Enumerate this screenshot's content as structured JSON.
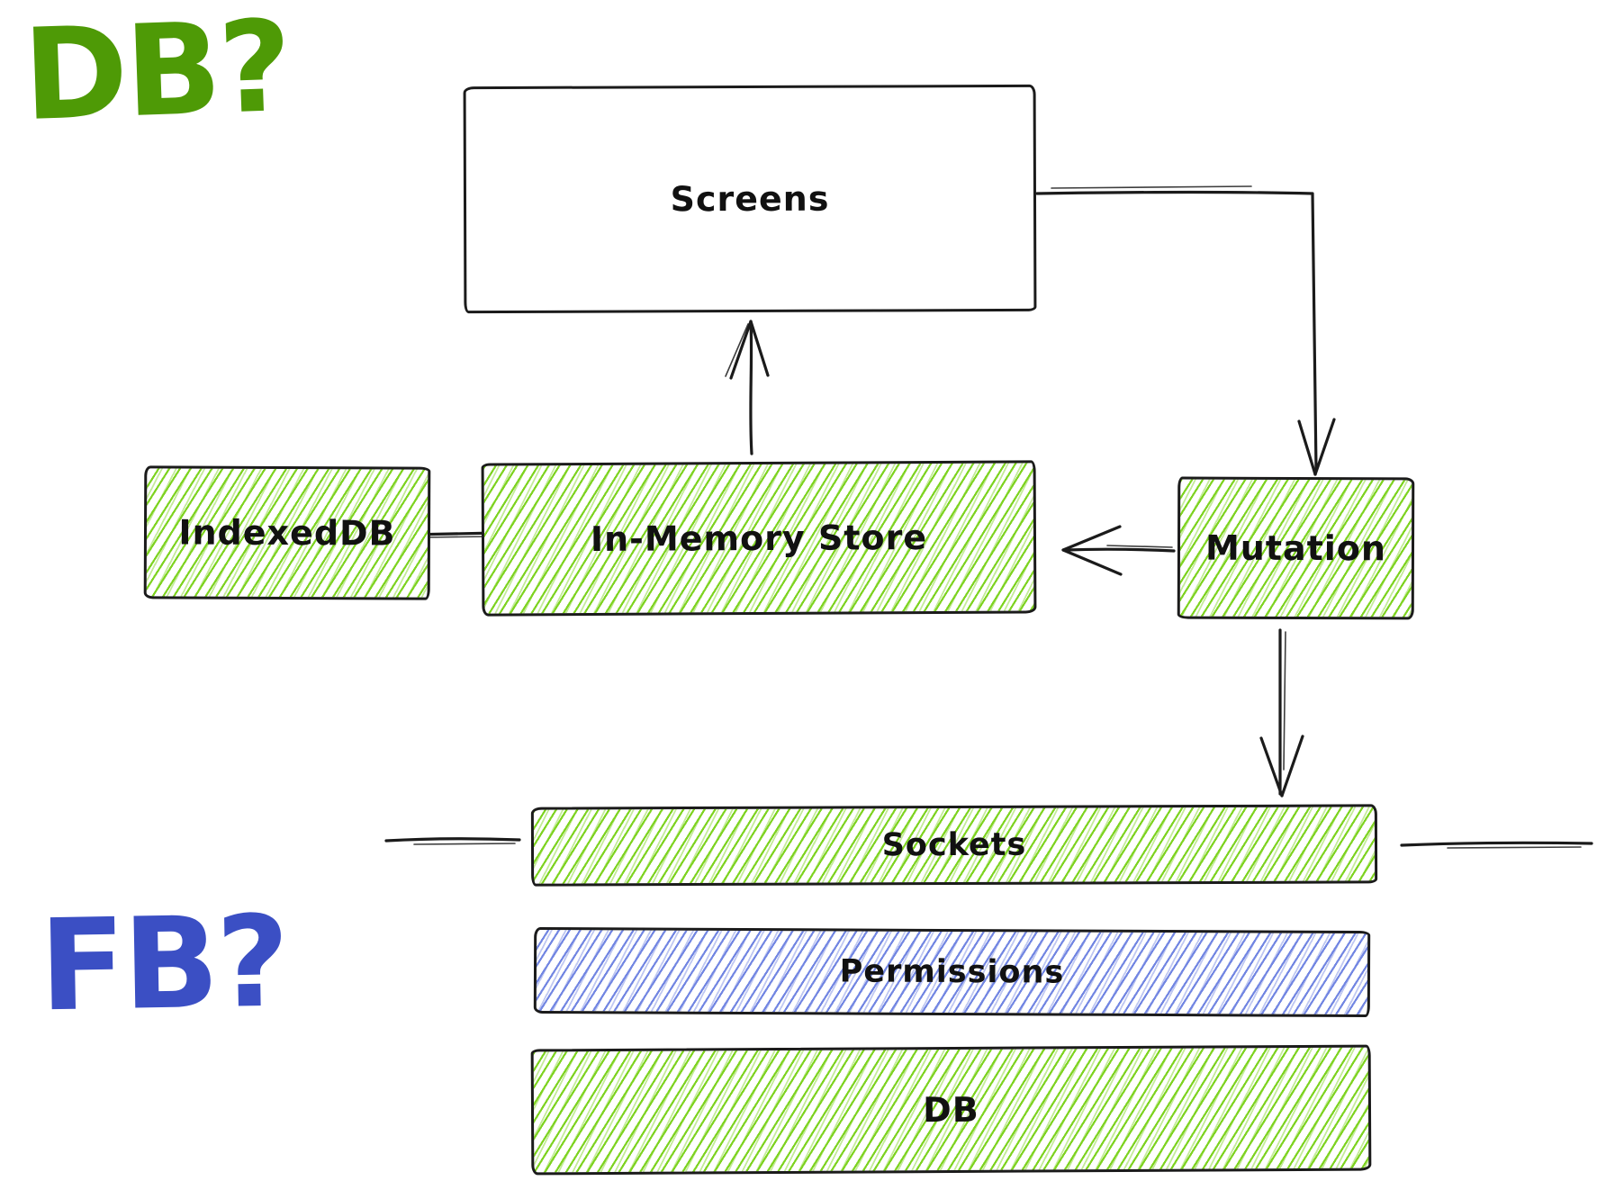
{
  "annotations": {
    "db_question": {
      "text": "DB?",
      "color": "#4e9a06"
    },
    "fb_question": {
      "text": "FB?",
      "color": "#3b4fc4"
    }
  },
  "nodes": {
    "screens": {
      "label": "Screens",
      "fill": "plain"
    },
    "indexeddb": {
      "label": "IndexedDB",
      "fill": "green-hatch"
    },
    "in_memory_store": {
      "label": "In-Memory Store",
      "fill": "green-hatch"
    },
    "mutation": {
      "label": "Mutation",
      "fill": "green-hatch"
    },
    "sockets": {
      "label": "Sockets",
      "fill": "green-hatch"
    },
    "permissions": {
      "label": "Permissions",
      "fill": "blue-hatch"
    },
    "db": {
      "label": "DB",
      "fill": "green-hatch"
    }
  },
  "edges": [
    {
      "from": "Screens",
      "to": "Mutation",
      "kind": "arrow"
    },
    {
      "from": "In-Memory Store",
      "to": "Screens",
      "kind": "arrow"
    },
    {
      "from": "Mutation",
      "to": "In-Memory Store",
      "kind": "arrow"
    },
    {
      "from": "IndexedDB",
      "to": "In-Memory Store",
      "kind": "line"
    },
    {
      "from": "Mutation",
      "to": "Sockets",
      "kind": "arrow"
    },
    {
      "from": "Sockets",
      "side": "left",
      "kind": "stub-line"
    },
    {
      "from": "Sockets",
      "side": "right",
      "kind": "stub-line"
    }
  ],
  "colors": {
    "hatch_green": "#7ed321",
    "hatch_blue": "#7286e2",
    "stroke": "#1b1b1b",
    "annotation_green": "#4e9a06",
    "annotation_blue": "#3b4fc4"
  }
}
